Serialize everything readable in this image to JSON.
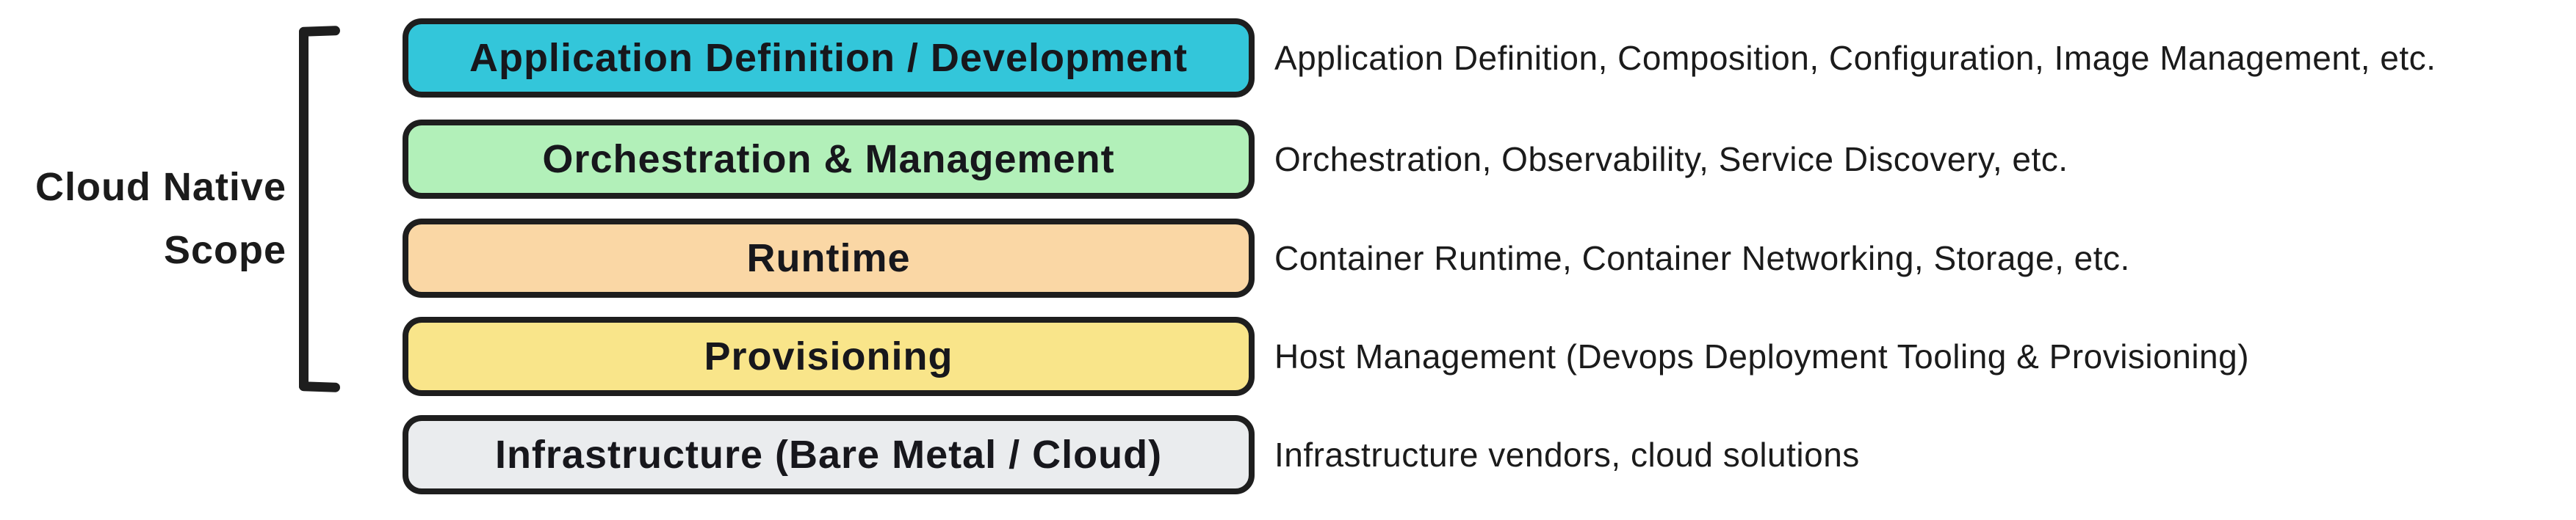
{
  "diagram": {
    "scope": {
      "label_lines": [
        "Cloud Native",
        "Scope"
      ]
    },
    "layers": [
      {
        "label": "Application Definition / Development",
        "annotation": "Application Definition, Composition, Configuration, Image Management, etc.",
        "fill": "#33c6da"
      },
      {
        "label": "Orchestration & Management",
        "annotation": "Orchestration, Observability, Service Discovery, etc.",
        "fill": "#b2f0b9"
      },
      {
        "label": "Runtime",
        "annotation": "Container Runtime, Container Networking, Storage, etc.",
        "fill": "#fad7a5"
      },
      {
        "label": "Provisioning",
        "annotation": "Host Management (Devops Deployment Tooling & Provisioning)",
        "fill": "#f9e58a"
      },
      {
        "label": "Infrastructure (Bare Metal / Cloud)",
        "annotation": "Infrastructure vendors, cloud solutions",
        "fill": "#eaecee"
      }
    ]
  },
  "colors": {
    "stroke": "#1e1e1e",
    "background": "#ffffff",
    "text": "#1b1b1b"
  }
}
